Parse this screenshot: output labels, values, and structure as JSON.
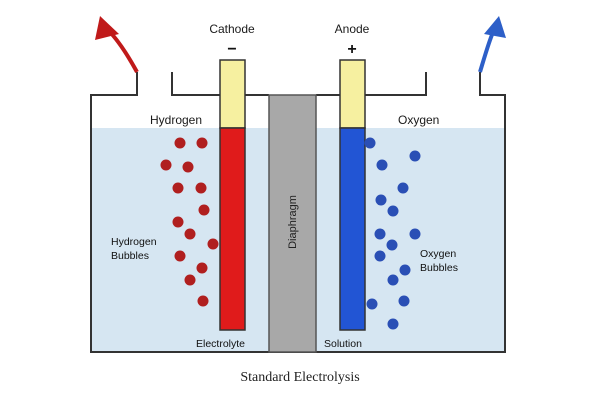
{
  "labels": {
    "cathode": "Cathode",
    "cathode_sign": "−",
    "anode": "Anode",
    "anode_sign": "+",
    "hydrogen": "Hydrogen",
    "oxygen": "Oxygen",
    "hydrogen_bubbles_line1": "Hydrogen",
    "hydrogen_bubbles_line2": "Bubbles",
    "oxygen_bubbles_line1": "Oxygen",
    "oxygen_bubbles_line2": "Bubbles",
    "diaphragm": "Diaphragm",
    "electrolyte": "Electrolyte",
    "solution": "Solution"
  },
  "caption": "Standard Electrolysis",
  "colors": {
    "cathode_rod": "#e01b1b",
    "anode_rod": "#2255d4",
    "rod_cap": "#f6f0a0",
    "hydrogen_bubble": "#b01f1f",
    "oxygen_bubble": "#2a4fb5",
    "hydrogen_arrow": "#c01a1a",
    "oxygen_arrow": "#2d5fc8",
    "solution": "#d6e6f2",
    "diaphragm": "#a8a8a8"
  }
}
